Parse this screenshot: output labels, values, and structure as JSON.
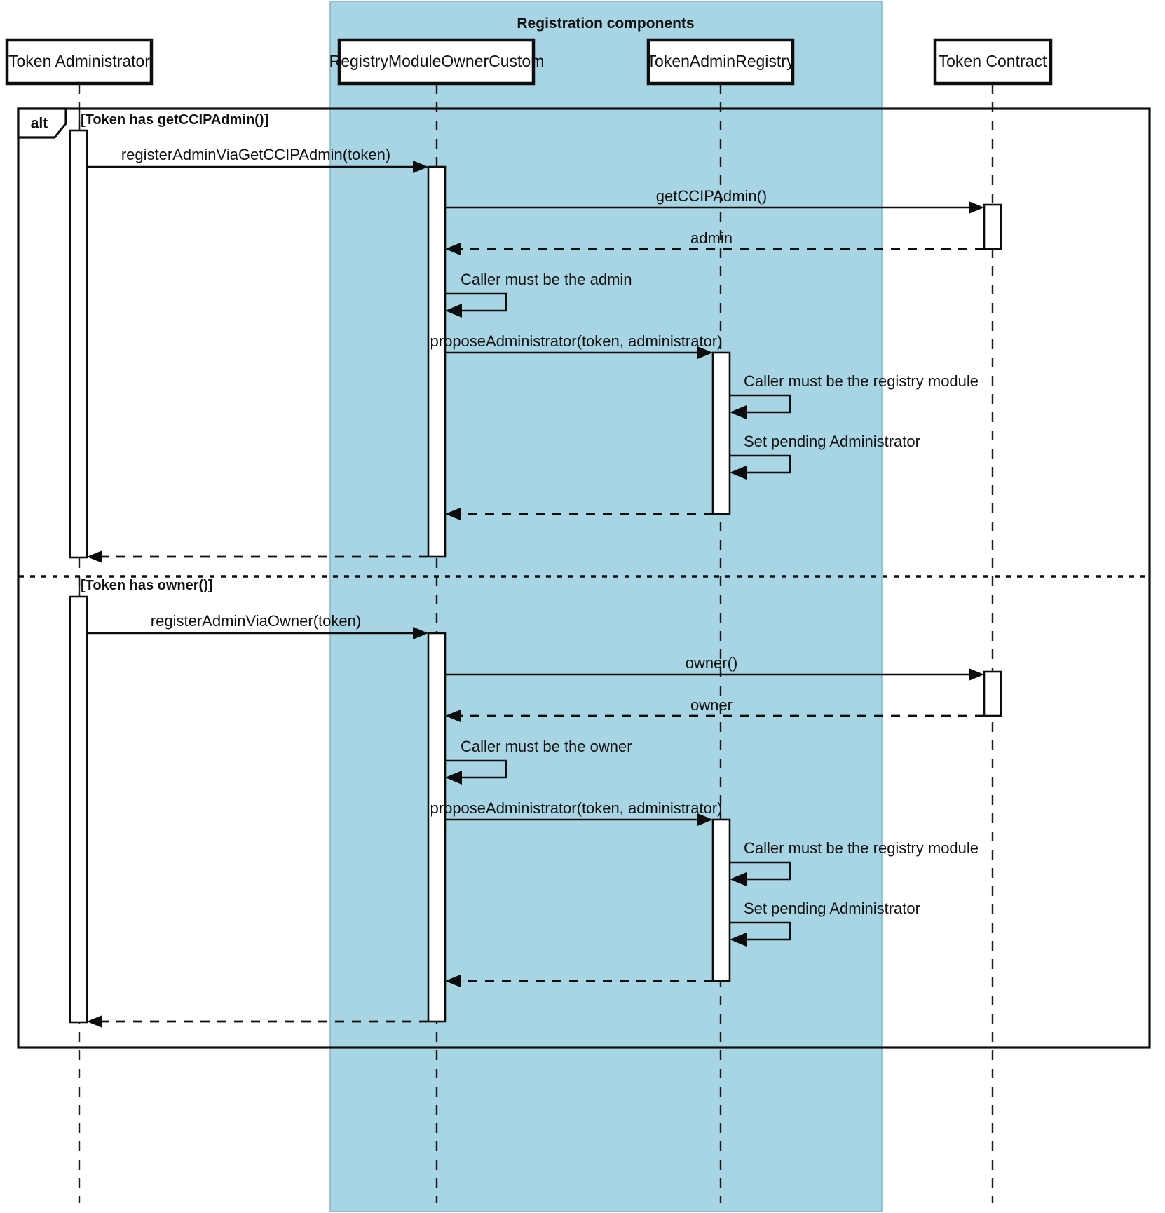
{
  "diagram": {
    "type": "uml-sequence-diagram",
    "title": "",
    "group_label": "Registration components",
    "group_color": "#a8d5e3",
    "background_color": "#ffffff"
  },
  "participants": [
    {
      "id": "admin",
      "label": "Token Administrator",
      "in_group": false
    },
    {
      "id": "registry",
      "label": "RegistryModuleOwnerCustom",
      "in_group": true
    },
    {
      "id": "tar",
      "label": "TokenAdminRegistry",
      "in_group": true
    },
    {
      "id": "token",
      "label": "Token Contract",
      "in_group": false
    }
  ],
  "fragment": {
    "operator": "alt",
    "branches": [
      {
        "condition": "[Token has getCCIPAdmin()]"
      },
      {
        "condition": "[Token has owner()]"
      }
    ]
  },
  "messages": [
    {
      "id": "m1",
      "branch": 0,
      "from": "admin",
      "to": "registry",
      "kind": "sync",
      "label": "registerAdminViaGetCCIPAdmin(token)"
    },
    {
      "id": "m2",
      "branch": 0,
      "from": "registry",
      "to": "token",
      "kind": "sync",
      "label": "getCCIPAdmin()"
    },
    {
      "id": "m3",
      "branch": 0,
      "from": "token",
      "to": "registry",
      "kind": "return",
      "label": "admin"
    },
    {
      "id": "m4",
      "branch": 0,
      "from": "registry",
      "to": "registry",
      "kind": "self",
      "label": "Caller must be the admin"
    },
    {
      "id": "m5",
      "branch": 0,
      "from": "registry",
      "to": "tar",
      "kind": "sync",
      "label": "proposeAdministrator(token, administrator)"
    },
    {
      "id": "m6",
      "branch": 0,
      "from": "tar",
      "to": "tar",
      "kind": "self",
      "label": "Caller must be the registry module"
    },
    {
      "id": "m7",
      "branch": 0,
      "from": "tar",
      "to": "tar",
      "kind": "self",
      "label": "Set pending Administrator"
    },
    {
      "id": "m8",
      "branch": 0,
      "from": "tar",
      "to": "registry",
      "kind": "return",
      "label": ""
    },
    {
      "id": "m9",
      "branch": 0,
      "from": "registry",
      "to": "admin",
      "kind": "return",
      "label": ""
    },
    {
      "id": "m10",
      "branch": 1,
      "from": "admin",
      "to": "registry",
      "kind": "sync",
      "label": "registerAdminViaOwner(token)"
    },
    {
      "id": "m11",
      "branch": 1,
      "from": "registry",
      "to": "token",
      "kind": "sync",
      "label": "owner()"
    },
    {
      "id": "m12",
      "branch": 1,
      "from": "token",
      "to": "registry",
      "kind": "return",
      "label": "owner"
    },
    {
      "id": "m13",
      "branch": 1,
      "from": "registry",
      "to": "registry",
      "kind": "self",
      "label": "Caller must be the owner"
    },
    {
      "id": "m14",
      "branch": 1,
      "from": "registry",
      "to": "tar",
      "kind": "sync",
      "label": "proposeAdministrator(token, administrator)"
    },
    {
      "id": "m15",
      "branch": 1,
      "from": "tar",
      "to": "tar",
      "kind": "self",
      "label": "Caller must be the registry module"
    },
    {
      "id": "m16",
      "branch": 1,
      "from": "tar",
      "to": "tar",
      "kind": "self",
      "label": "Set pending Administrator"
    },
    {
      "id": "m17",
      "branch": 1,
      "from": "tar",
      "to": "registry",
      "kind": "return",
      "label": ""
    },
    {
      "id": "m18",
      "branch": 1,
      "from": "registry",
      "to": "admin",
      "kind": "return",
      "label": ""
    }
  ]
}
